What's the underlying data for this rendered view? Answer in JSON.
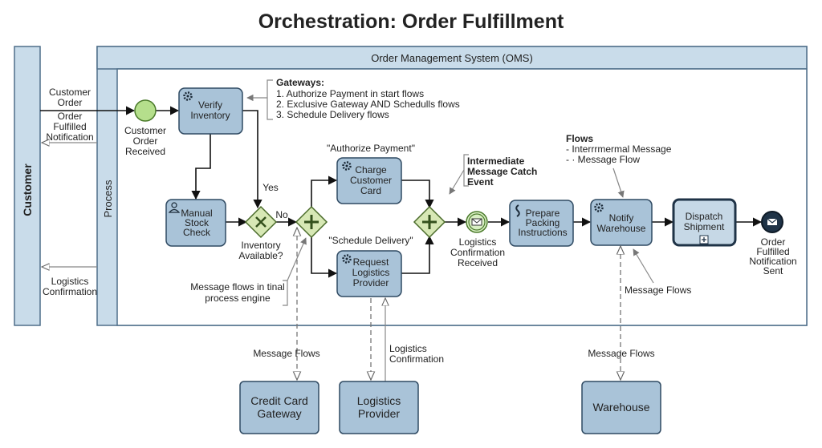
{
  "title": "Orchestration: Order Fulfillment",
  "pools": {
    "customer": "Customer",
    "oms": "Order Management System (OMS)",
    "process_lane": "Process"
  },
  "events": {
    "start": [
      "Customer",
      "Order",
      "Received"
    ],
    "intermediate": [
      "Logistics",
      "Confirmation",
      "Received"
    ],
    "end": [
      "Order",
      "Fulfilled",
      "Notification",
      "Sent"
    ]
  },
  "tasks": {
    "verify": [
      "Verify",
      "Inventory"
    ],
    "manual": [
      "Manual",
      "Stock",
      "Check"
    ],
    "charge": [
      "Charge",
      "Customer",
      "Card"
    ],
    "request": [
      "Request",
      "Logistics",
      "Provider"
    ],
    "prepare": [
      "Prepare",
      "Packing",
      "Instructions"
    ],
    "notify": [
      "Notify",
      "Warehouse"
    ],
    "dispatch": [
      "Dispatch",
      "Shipment"
    ]
  },
  "gateway_labels": {
    "inventory": [
      "Inventory",
      "Available?"
    ],
    "yes": "Yes",
    "no": "No",
    "authorize": "\"Authorize Payment\"",
    "schedule": "\"Schedule Delivery\""
  },
  "customer_flows": {
    "order_in": [
      "Customer",
      "Order"
    ],
    "fulfilled": [
      "Order",
      "Fulfilled",
      "Notification"
    ],
    "logistics": [
      "Logistics",
      "Confirmation"
    ]
  },
  "notes": {
    "gateways_title": "Gateways:",
    "gateways": [
      "1. Authorize Payment in start flows",
      "2. Exclusive Gateway AND Schedulls flows",
      "3. Schedule Delivery flows"
    ],
    "intermediate": [
      "Intermediate",
      "Message Catch",
      "Event"
    ],
    "flows_title": "Flows",
    "flows": [
      "- Interrrmermal Message",
      "- · Message Flow"
    ],
    "engine": [
      "Message flows in tinal",
      "process engine"
    ]
  },
  "message_labels": {
    "left": "Message Flows",
    "notify_side": "Message Flows",
    "warehouse": "Message Flows",
    "logistics": [
      "Logistics",
      "Confirmation"
    ]
  },
  "external": {
    "credit": [
      "Credit Card",
      "Gateway"
    ],
    "logistics": [
      "Logistics",
      "Provider"
    ],
    "warehouse": "Warehouse"
  },
  "colors": {
    "pool": "#c9dcea",
    "task": "#a9c3d8",
    "gateway": "#d7e8b5",
    "start_event": "#b5df8c",
    "end_event": "#1f3347"
  },
  "icons": {
    "service_task": "gear-icon",
    "user_task": "person-icon",
    "script_task": "script-icon",
    "subprocess": "plus-square-icon",
    "message_catch": "envelope-icon",
    "message_end": "envelope-filled-icon",
    "exclusive_gateway": "x-icon",
    "parallel_gateway": "plus-icon"
  }
}
